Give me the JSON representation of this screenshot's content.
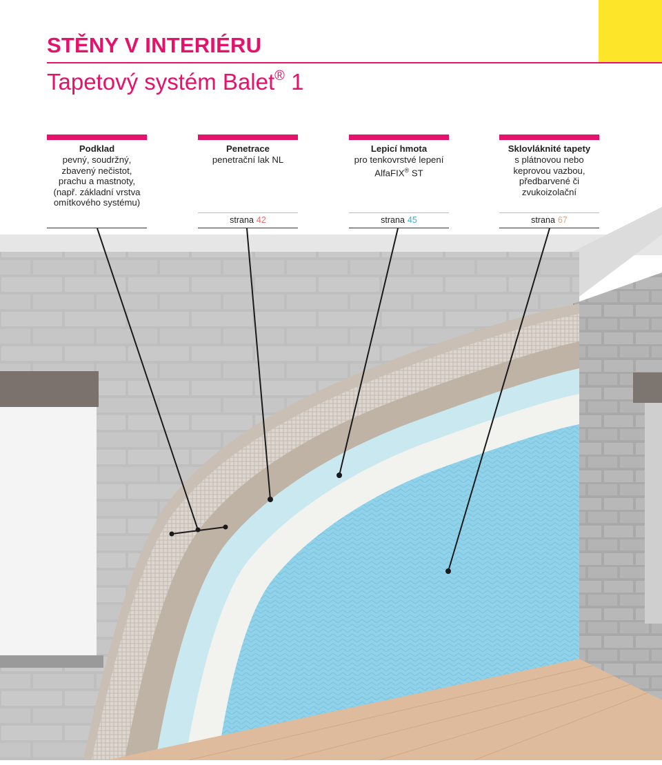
{
  "header": {
    "section_title": "STĚNY V INTERIÉRU",
    "page_title": "Tapetový systém Balet",
    "page_title_mark": "®",
    "page_title_num": " 1"
  },
  "callouts": [
    {
      "head": "Podklad",
      "text": "pevný, soudržný,\nzbavený nečistot,\nprachu a mastnoty,\n(např. základní vrstva\nomítkového systému)"
    },
    {
      "head": "Penetrace",
      "text": "penetrační lak NL",
      "page_prefix": "strana",
      "page_num": "42"
    },
    {
      "head": "Lepicí hmota",
      "text_a": "pro tenkovrstvé lepení",
      "text_b": "AlfaFIX",
      "text_mark": "®",
      "text_c": " ST",
      "page_prefix": "strana",
      "page_num": "45"
    },
    {
      "head": "Sklovláknité tapety",
      "text": "s plátnovou nebo\nkeprovou vazbou,\npředbarvené či\nzvukoizolační",
      "page_prefix": "strana",
      "page_num": "67"
    }
  ],
  "colors": {
    "accent": "#e5126b",
    "yellow": "#fde62a",
    "page_ref_42": "#e07070",
    "page_ref_45": "#3fb0cf",
    "page_ref_67": "#d9a98a",
    "wallpaper": "#8fd2ea",
    "adhesive": "#f2f2ee",
    "primer": "#c9e8ef",
    "plaster": "#c9bfb4",
    "floor": "#ddbb9c"
  }
}
